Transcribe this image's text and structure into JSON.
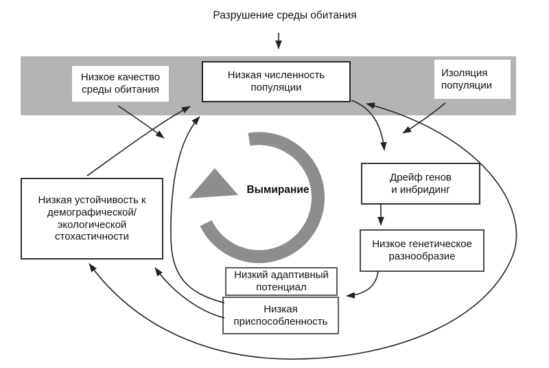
{
  "title": "Разрушение среды обитания",
  "vortex": {
    "label": "Вымирание"
  },
  "nodes": {
    "low_habitat_quality": "Низкое качество среды обитания",
    "low_population_size": "Низкая численность популяции",
    "population_isolation": "Изоляция популяции",
    "low_stochastic_resistance": "Низкая устойчивость к демографической/ экологической стохастичности",
    "genetic_drift_inbreeding": "Дрейф генов и инбридинг",
    "low_genetic_diversity": "Низкое генетическое разнообразие",
    "low_adaptive_potential": "Низкий адаптивный потенциал",
    "low_fitness": "Низкая приспособленность"
  },
  "colors": {
    "band_color": "#b4b4b4",
    "vortex_color": "#8d8d8d",
    "arrow_color": "#222222"
  }
}
